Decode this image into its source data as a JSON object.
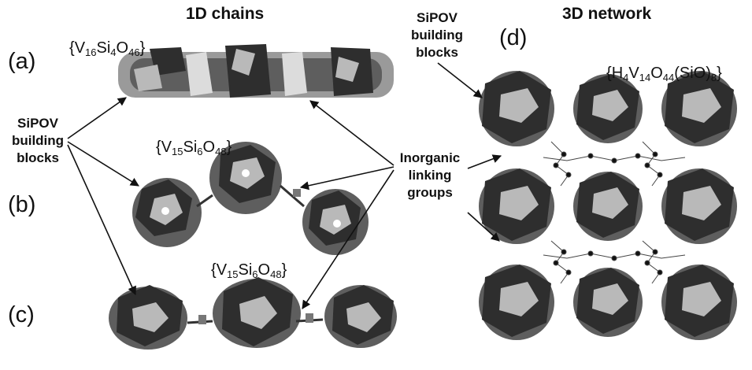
{
  "headings": {
    "chains": "1D chains",
    "network": "3D network"
  },
  "panels": {
    "a": "(a)",
    "b": "(b)",
    "c": "(c)",
    "d": "(d)"
  },
  "labels": {
    "sipov_left": [
      "SiPOV",
      "building",
      "blocks"
    ],
    "sipov_right": [
      "SiPOV",
      "building",
      "blocks"
    ],
    "inorganic": [
      "Inorganic",
      "linking",
      "groups"
    ]
  },
  "formulas": {
    "a": {
      "open": "{",
      "p1": "V",
      "s1": "16",
      "p2": "Si",
      "s2": "4",
      "p3": "O",
      "s3": "46",
      "close": "}"
    },
    "b": {
      "open": "{",
      "p1": "V",
      "s1": "15",
      "p2": "Si",
      "s2": "6",
      "p3": "O",
      "s3": "48",
      "close": "}"
    },
    "c": {
      "open": "{",
      "p1": "V",
      "s1": "15",
      "p2": "Si",
      "s2": "6",
      "p3": "O",
      "s3": "48",
      "close": "}"
    },
    "d": {
      "open": "{",
      "p1": "H",
      "s1": "4",
      "p2": "V",
      "s2": "14",
      "p3": "O",
      "s3": "44",
      "p4": "(SiO)",
      "s4": "8",
      "close": "}"
    }
  },
  "colors": {
    "dark": "#2e2e2e",
    "mid": "#6f6f6f",
    "light": "#b9b9b9",
    "line": "#111111"
  }
}
